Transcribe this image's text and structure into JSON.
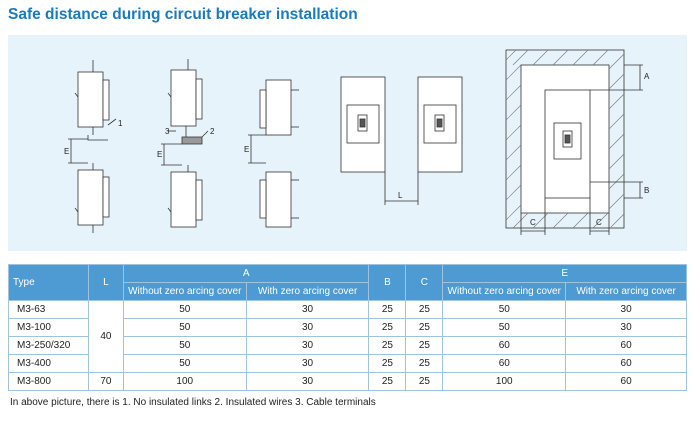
{
  "title": "Safe distance during circuit breaker installation",
  "diagram_labels": {
    "n1": "1",
    "n2": "2",
    "n3": "3",
    "e": "E",
    "l": "L",
    "a": "A",
    "b": "B",
    "c": "C"
  },
  "table": {
    "header_type": "Type",
    "header_l": "L",
    "header_a": "A",
    "header_b": "B",
    "header_c": "C",
    "header_e": "E",
    "sub_without": "Without zero arcing cover",
    "sub_with": "With zero arcing cover",
    "rows": [
      {
        "type": "M3-63",
        "a1": "50",
        "a2": "30",
        "b": "25",
        "c": "25",
        "e1": "50",
        "e2": "30"
      },
      {
        "type": "M3-100",
        "a1": "50",
        "a2": "30",
        "b": "25",
        "c": "25",
        "e1": "50",
        "e2": "30"
      },
      {
        "type": "M3-250/320",
        "a1": "50",
        "a2": "30",
        "b": "25",
        "c": "25",
        "e1": "60",
        "e2": "60"
      },
      {
        "type": "M3-400",
        "a1": "50",
        "a2": "30",
        "b": "25",
        "c": "25",
        "e1": "60",
        "e2": "60"
      },
      {
        "type": "M3-800",
        "l": "70",
        "a1": "100",
        "a2": "30",
        "b": "25",
        "c": "25",
        "e1": "100",
        "e2": "60"
      }
    ],
    "l_group": "40"
  },
  "note": "In above picture, there is  1. No insulated links    2. Insulated wires    3. Cable terminals"
}
